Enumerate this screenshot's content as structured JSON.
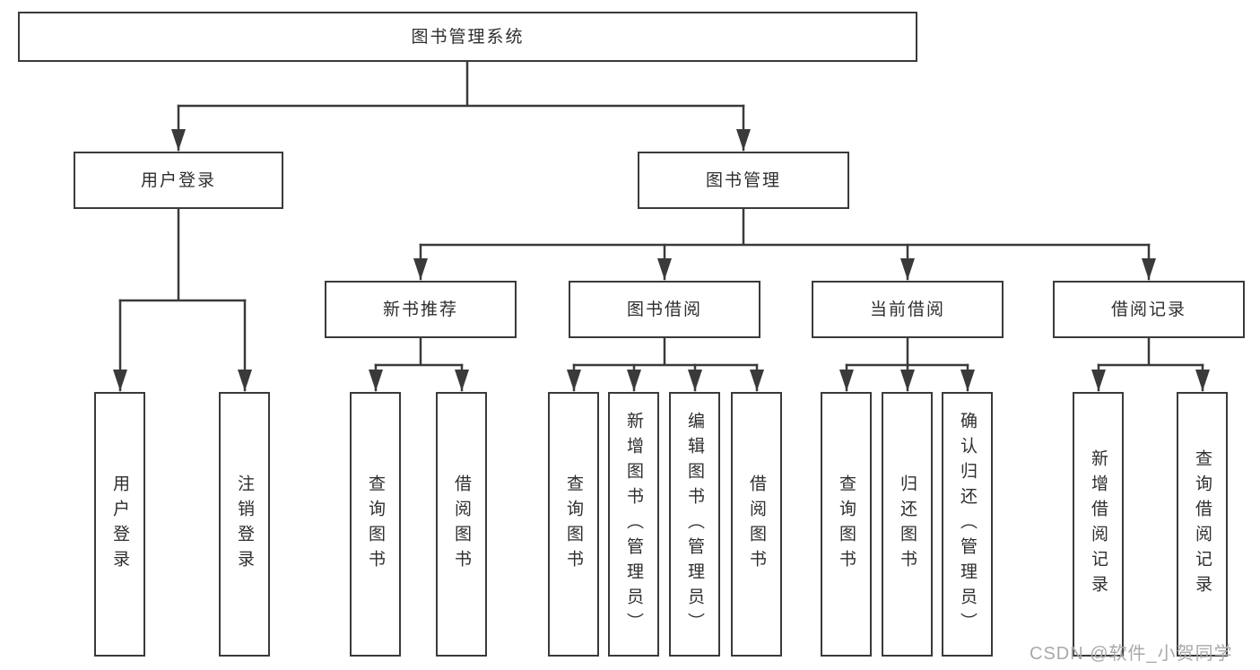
{
  "colors": {
    "line": "#3a3a3a",
    "box_border": "#3a3a3a",
    "text": "#2e2e2e",
    "background": "#ffffff",
    "watermark": "#a9a9a9"
  },
  "tree": {
    "root": "图书管理系统",
    "branches": {
      "user_login": {
        "label": "用户登录",
        "children": {
          "login": "用户登录",
          "logout": "注销登录"
        }
      },
      "book_mgmt": {
        "label": "图书管理",
        "children": {
          "new_books": {
            "label": "新书推荐",
            "children": {
              "query_books": "查询图书",
              "borrow_books": "借阅图书"
            }
          },
          "book_borrow": {
            "label": "图书借阅",
            "children": {
              "query_books": "查询图书",
              "add_books": "新增图书（管理员）",
              "edit_books": "编辑图书（管理员）",
              "borrow_books": "借阅图书"
            }
          },
          "current_borrow": {
            "label": "当前借阅",
            "children": {
              "query_books": "查询图书",
              "return_books": "归还图书",
              "confirm_return": "确认归还（管理员）"
            }
          },
          "borrow_records": {
            "label": "借阅记录",
            "children": {
              "add_record": "新增借阅记录",
              "query_record": "查询借阅记录"
            }
          }
        }
      }
    }
  },
  "watermark": "CSDN @软件_小贺同学"
}
